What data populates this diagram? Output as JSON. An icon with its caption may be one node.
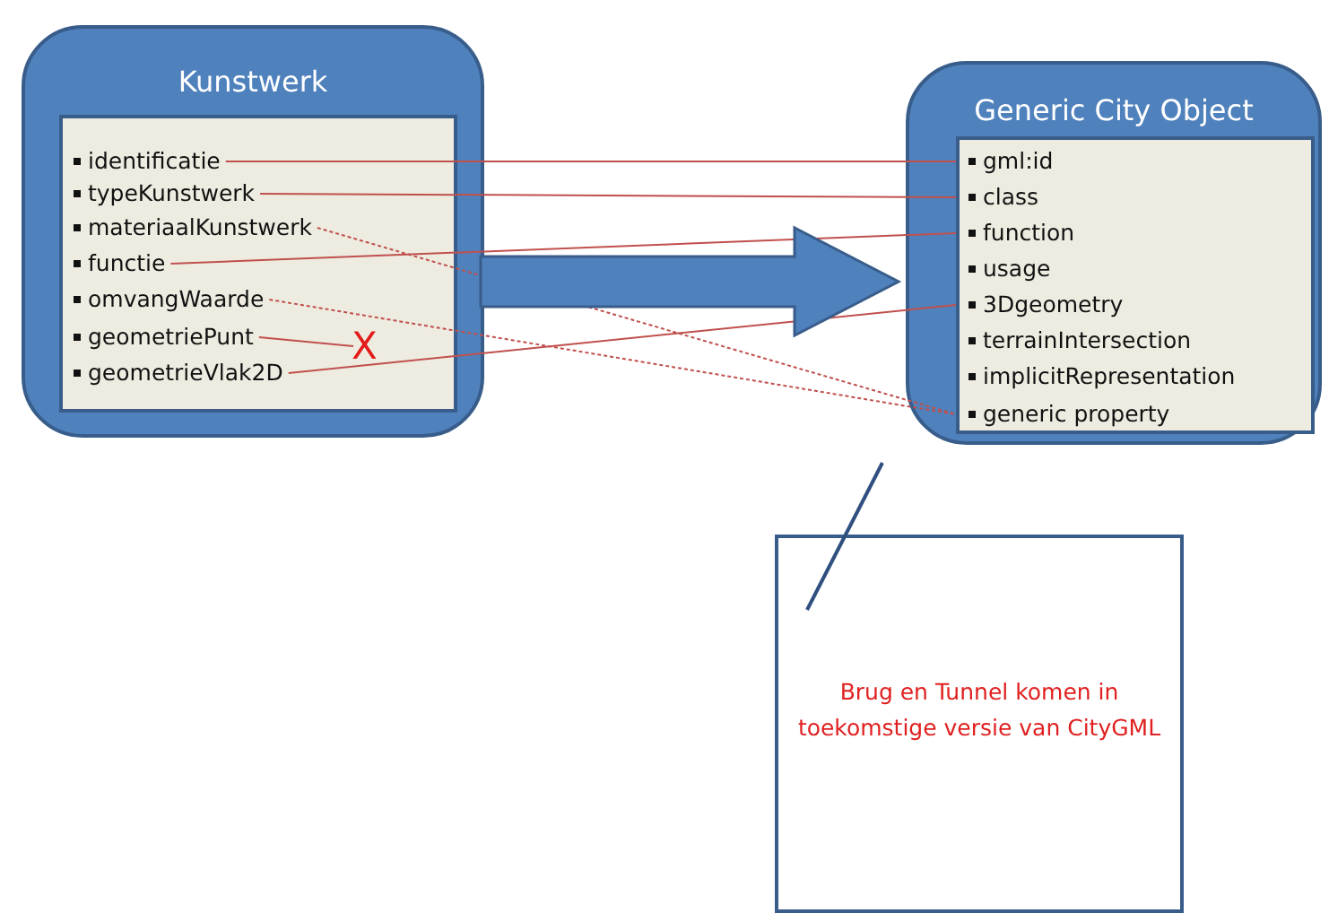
{
  "diagram": {
    "nodes": [
      {
        "text": [
          "Kunstwerk"
        ]
      },
      {
        "text": [
          "identificatie"
        ],
        "in": 0
      },
      {
        "text": [
          "typeKunstwerk"
        ],
        "in": 0
      },
      {
        "text": [
          "materiaalKunstwerk"
        ],
        "in": 0
      },
      {
        "text": [
          "functie"
        ],
        "in": 0
      },
      {
        "text": [
          "omvangWaarde"
        ],
        "in": 0
      },
      {
        "text": [
          "geometriePunt"
        ],
        "in": 0
      },
      {
        "text": [
          "geometrieVlak2D"
        ],
        "in": 0
      },
      {
        "text": [
          "X"
        ],
        "in": 0
      },
      {
        "text": [
          "Generic City Object"
        ]
      },
      {
        "text": [
          "gml:id"
        ],
        "in": 9
      },
      {
        "text": [
          "class"
        ],
        "in": 9
      },
      {
        "text": [
          "function"
        ],
        "in": 9
      },
      {
        "text": [
          "usage"
        ],
        "in": 9
      },
      {
        "text": [
          "3Dgeometry"
        ],
        "in": 9
      },
      {
        "text": [
          "terrainIntersection"
        ],
        "in": 9
      },
      {
        "text": [
          "implicitRepresentation"
        ],
        "in": 9
      },
      {
        "text": [
          "generic property"
        ],
        "in": 9
      },
      {
        "text": [
          "Brug en Tunnel komen in toekomstige versie van CityGML"
        ]
      }
    ],
    "edges": [
      {
        "from": 1,
        "to": 10,
        "arrow": "none"
      },
      {
        "from": 2,
        "to": 11,
        "arrow": "none"
      },
      {
        "from": 3,
        "to": 17,
        "arrow": "none",
        "style": "dashed"
      },
      {
        "from": 4,
        "to": 12,
        "arrow": "none"
      },
      {
        "from": 5,
        "to": 17,
        "arrow": "none",
        "style": "dashed"
      },
      {
        "from": 6,
        "to": 8,
        "arrow": "none"
      },
      {
        "from": 7,
        "to": 14,
        "arrow": "none"
      },
      {
        "from": 0,
        "to": 9,
        "arrow": "to",
        "style": "thick",
        "color": "#4f81bd"
      },
      {
        "from": 18,
        "to": 9,
        "arrow": "none",
        "color": "#2f4f7f"
      }
    ]
  }
}
